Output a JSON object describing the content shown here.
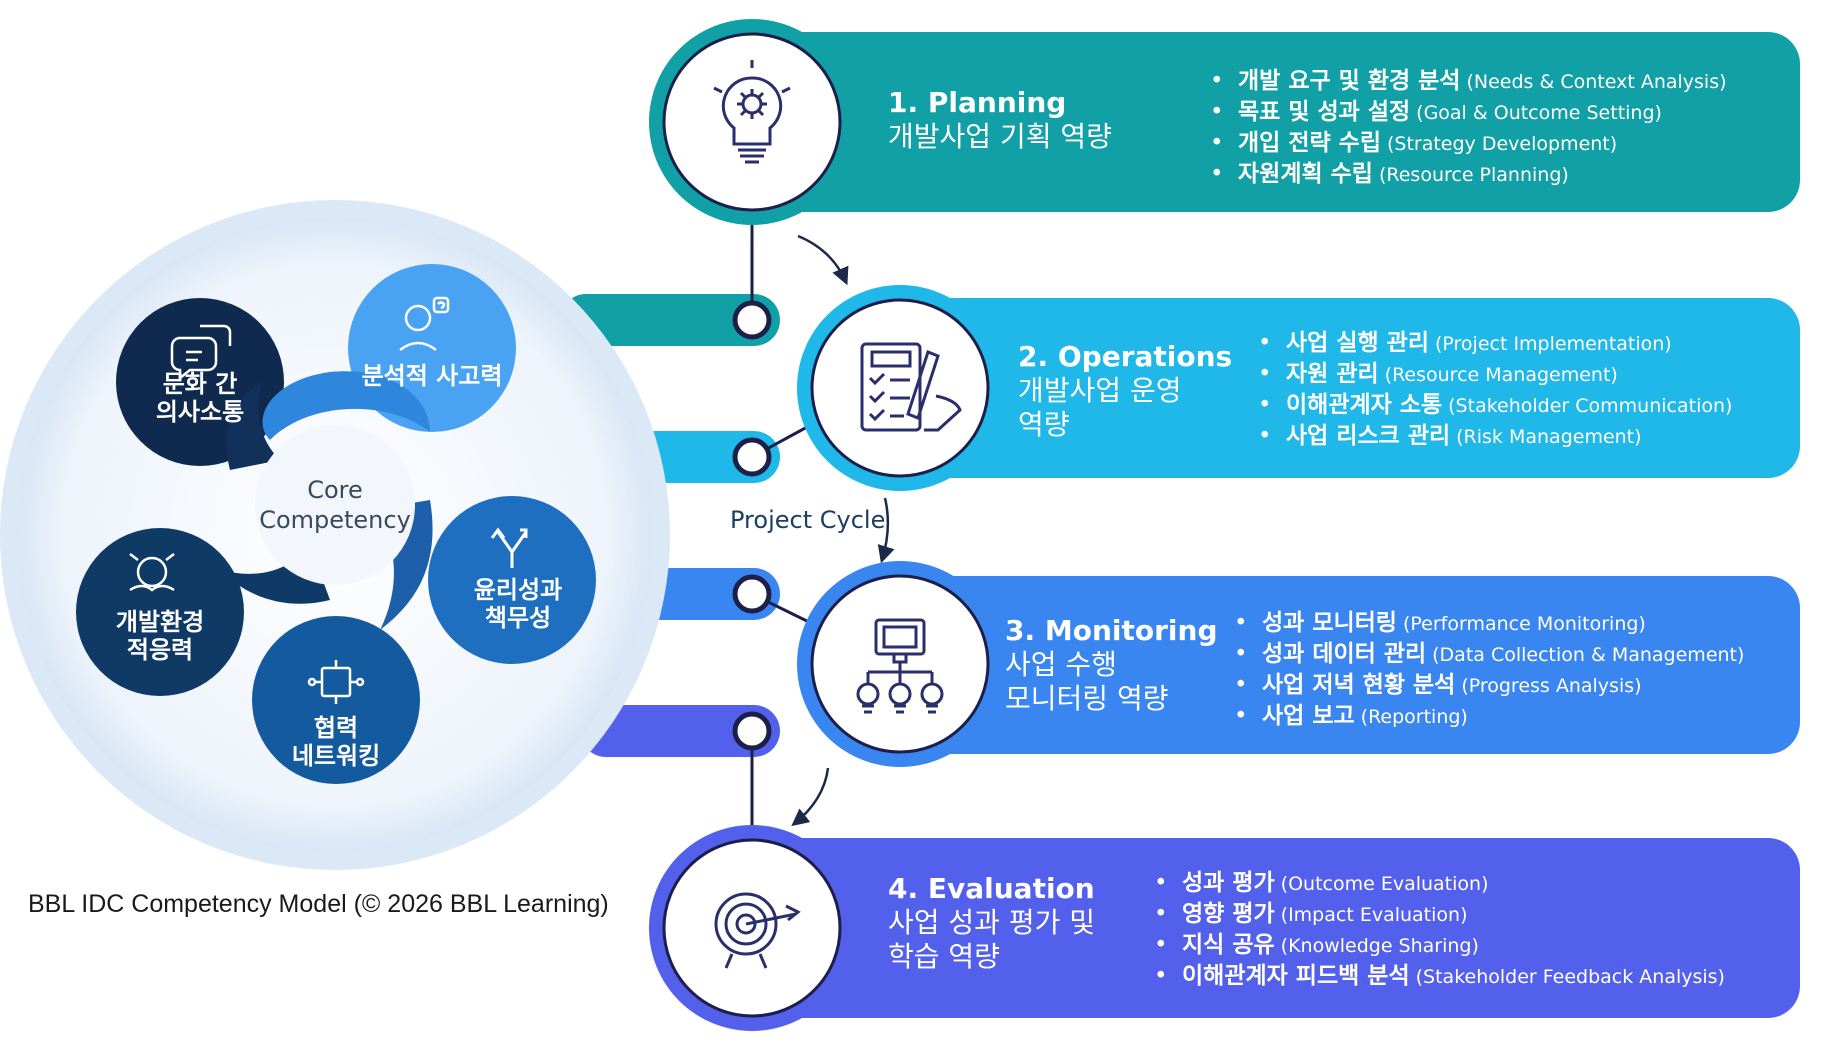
{
  "core": {
    "title_line1": "Core",
    "title_line2": "Competency",
    "competencies": [
      {
        "name": "cross-cultural-communication",
        "line1": "문화 간",
        "line2": "의사소통",
        "icon": "chat-bubbles-icon",
        "color": "#0f2a4e"
      },
      {
        "name": "analytical-thinking",
        "line1": "분석적 사고력",
        "line2": "",
        "icon": "thinking-person-icon",
        "color": "#4aa3f2"
      },
      {
        "name": "ethics-accountability",
        "line1": "윤리성과",
        "line2": "책무성",
        "icon": "branch-arrows-icon",
        "color": "#1f6fc0"
      },
      {
        "name": "collaboration-networking",
        "line1": "협력",
        "line2": "네트워킹",
        "icon": "network-icon",
        "color": "#145a9e"
      },
      {
        "name": "development-environment-adaptability",
        "line1": "개발환경",
        "line2": "적응력",
        "icon": "handshake-icon",
        "color": "#103a66"
      }
    ]
  },
  "caption": "BBL IDC Competency Model (© 2026 BBL Learning)",
  "cycle_label": "Project Cycle",
  "stages": [
    {
      "name": "planning",
      "title": "1. Planning",
      "subtitle_lines": [
        "개발사업 기획 역량"
      ],
      "icon": "lightbulb-gear-icon",
      "color": "#11a0a6",
      "items": [
        {
          "ko": "개발 요구 및 환경 분석",
          "en": "(Needs & Context Analysis)"
        },
        {
          "ko": "목표 및 성과 설정",
          "en": "(Goal & Outcome Setting)"
        },
        {
          "ko": "개입 전략 수립",
          "en": "(Strategy Development)"
        },
        {
          "ko": "자원계획 수립",
          "en": "(Resource Planning)"
        }
      ]
    },
    {
      "name": "operations",
      "title": "2. Operations",
      "subtitle_lines": [
        "개발사업 운영",
        "역량"
      ],
      "icon": "checklist-pen-icon",
      "color": "#1fb8e8",
      "items": [
        {
          "ko": "사업 실행 관리",
          "en": "(Project Implementation)"
        },
        {
          "ko": "자원 관리",
          "en": "(Resource Management)"
        },
        {
          "ko": "이해관계자 소통",
          "en": "(Stakeholder Communication)"
        },
        {
          "ko": "사업 리스크 관리",
          "en": "(Risk Management)"
        }
      ]
    },
    {
      "name": "monitoring",
      "title": "3. Monitoring",
      "subtitle_lines": [
        "사업 수행",
        "모니터링 역량"
      ],
      "icon": "monitor-network-icon",
      "color": "#3a86f0",
      "items": [
        {
          "ko": "성과 모니터링",
          "en": "(Performance Monitoring)"
        },
        {
          "ko": "성과 데이터 관리",
          "en": "(Data Collection & Management)"
        },
        {
          "ko": "사업 저녁 현황 분석",
          "en": "(Progress Analysis)"
        },
        {
          "ko": "사업 보고",
          "en": "(Reporting)"
        }
      ]
    },
    {
      "name": "evaluation",
      "title": "4. Evaluation",
      "subtitle_lines": [
        "사업 성과 평가 및",
        "학습 역량"
      ],
      "icon": "target-arrow-icon",
      "color": "#5360ec",
      "items": [
        {
          "ko": "성과 평가",
          "en": "(Outcome Evaluation)"
        },
        {
          "ko": "영향 평가",
          "en": "(Impact Evaluation)"
        },
        {
          "ko": "지식 공유",
          "en": "(Knowledge Sharing)"
        },
        {
          "ko": "이해관계자 피드백 분석",
          "en": "(Stakeholder Feedback Analysis)"
        }
      ]
    }
  ]
}
